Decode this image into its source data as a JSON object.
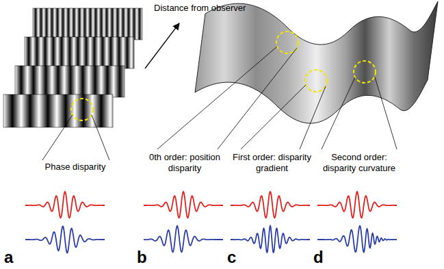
{
  "diagram": {
    "labels": [
      "Distance from observer",
      "Phase disparity",
      "0th order: position disparity",
      "First order: disparity gradient",
      "Second order: disparity curvature",
      "a",
      "b",
      "c",
      "d"
    ]
  }
}
